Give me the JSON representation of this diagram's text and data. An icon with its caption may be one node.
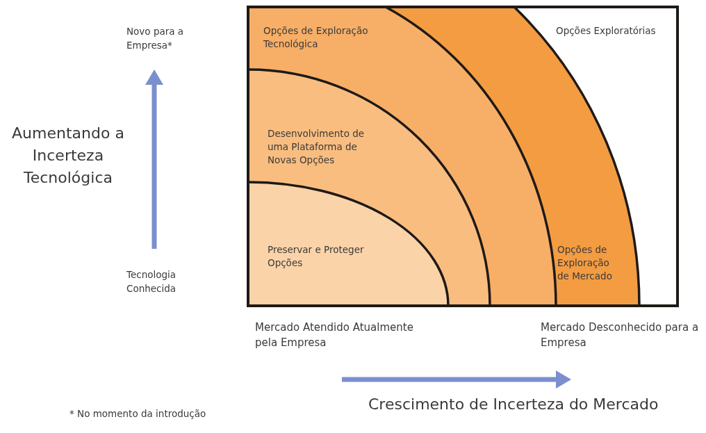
{
  "diagram": {
    "nodes": [
      {
        "text": [
          "Opções de Exploração Tecnológica"
        ]
      },
      {
        "text": [
          "Opções Exploratórias"
        ]
      },
      {
        "text": [
          "Desenvolvimento de uma Plataforma de Novas Opções"
        ]
      },
      {
        "text": [
          "Preservar e Proteger Opções"
        ]
      },
      {
        "text": [
          "Opções de Exploração de Mercado"
        ]
      }
    ],
    "edges": [],
    "labels": [
      "Novo para a Empresa*",
      "Aumentando a Incerteza Tecnológica",
      "Tecnologia Conhecida",
      "Mercado Atendido Atualmente pela Empresa",
      "Mercado Desconhecido para a Empresa",
      "Crescimento de Incerteza do Mercado",
      "* No momento da introdução"
    ]
  }
}
